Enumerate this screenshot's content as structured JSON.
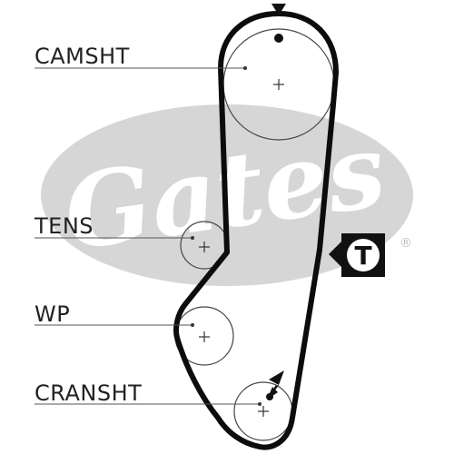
{
  "labels": {
    "camshaft": "CAMSHT",
    "tensioner": "TENS",
    "water_pump": "WP",
    "crankshaft": "CRANSHT"
  },
  "tension_marker": {
    "letter": "T"
  },
  "watermark": {
    "text": "Gates",
    "registered": "®"
  },
  "colors": {
    "belt": "#0c0c0c",
    "pulley": "#444444",
    "leader": "#444444",
    "watermark": "#d6d6d6",
    "background": "#ffffff"
  },
  "icons": {
    "timing_mark": "down-triangle-icon",
    "crank_rotation": "bowtie-icon",
    "tension_check": "t-badge-icon",
    "pulley_center": "plus-icon"
  }
}
